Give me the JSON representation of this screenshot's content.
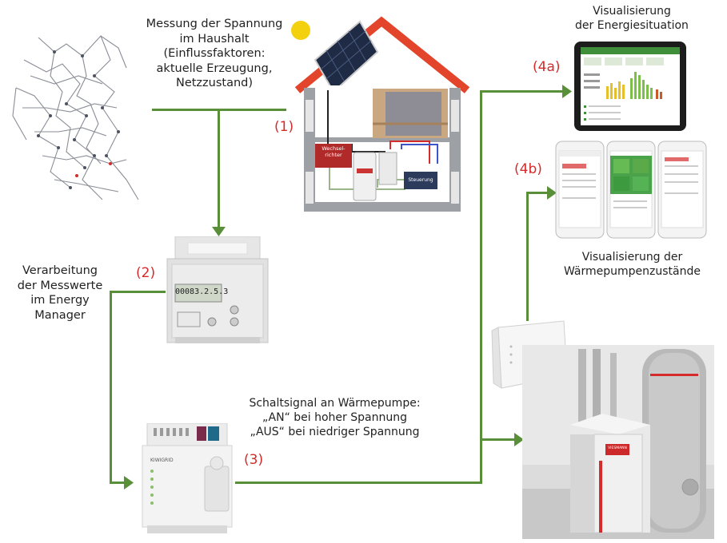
{
  "labels": {
    "measurement": [
      "Messung der Spannung",
      "im Haushalt",
      "(Einflussfaktoren:",
      "aktuelle Erzeugung,",
      "Netzzustand)"
    ],
    "processing": [
      "Verarbeitung",
      "der Messwerte",
      "im Energy",
      "Manager"
    ],
    "switch_title": "Schaltsignal an Wärmepumpe:",
    "switch_on": "„AN“ bei hoher Spannung",
    "switch_off": "„AUS“ bei niedriger Spannung",
    "vis_energy": [
      "Visualisierung",
      "der Energiesituation"
    ],
    "vis_heatpump": [
      "Visualisierung der",
      "Wärmepumpenzustände"
    ]
  },
  "steps": {
    "s1": "(1)",
    "s2": "(2)",
    "s3": "(3)",
    "s4a": "(4a)",
    "s4b": "(4b)"
  },
  "house": {
    "inverter": "Wechsel-\nrichter",
    "control": "Steuerung"
  },
  "meter": {
    "display": "00083.2.5.3"
  },
  "gateway": {
    "brand": "KIWIGRID"
  },
  "heatpump": {
    "brand": "VIESMANN"
  },
  "colors": {
    "arrow": "#5a8f3a",
    "step": "#d42b2b",
    "roof": "#e2452b",
    "app_green": "#4aa34a"
  }
}
